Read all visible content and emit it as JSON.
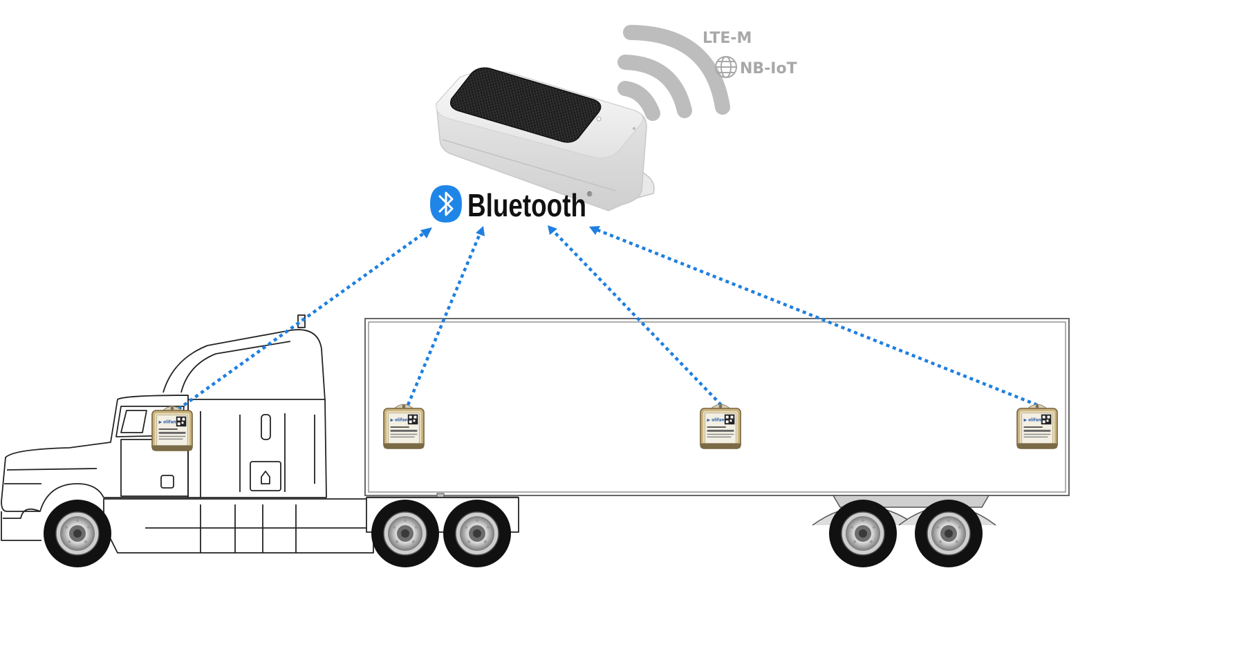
{
  "bluetooth": {
    "word": "Bluetooth",
    "reg": "®"
  },
  "network": {
    "lte": "LTE-M",
    "nbiot": "NB-IoT"
  },
  "colors": {
    "link": "#1e7fe0",
    "bluetooth_blue": "#1f86e8",
    "signal_grey": "#bdbdbd",
    "sensor_body": "#cbb27c",
    "gateway_body": "#eeeeee",
    "solar": "#1a1a1a",
    "tire": "#111111",
    "outline": "#333333"
  },
  "icons": [
    "bluetooth-icon",
    "wifi-signal-icon",
    "globe-icon",
    "gateway-device",
    "sensor-tag",
    "truck-tractor",
    "trailer"
  ],
  "sensors": [
    {
      "id": "sensor-cab"
    },
    {
      "id": "sensor-trailer-front"
    },
    {
      "id": "sensor-trailer-middle"
    },
    {
      "id": "sensor-trailer-rear"
    }
  ]
}
